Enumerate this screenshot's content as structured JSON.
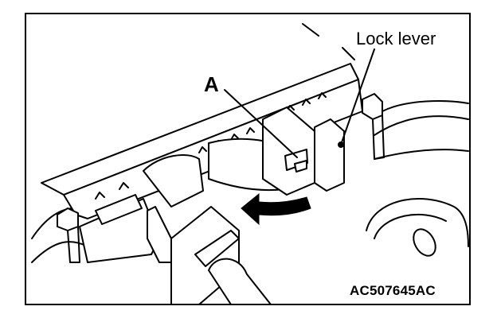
{
  "labels": {
    "lock_lever": "Lock lever",
    "part_a": "A",
    "figure_code": "AC507645AC"
  },
  "colors": {
    "line": "#000000",
    "background": "#ffffff",
    "part_fill": "#e9e9e9"
  },
  "icons": {
    "direction_arrow": "curved-arrow-left"
  }
}
